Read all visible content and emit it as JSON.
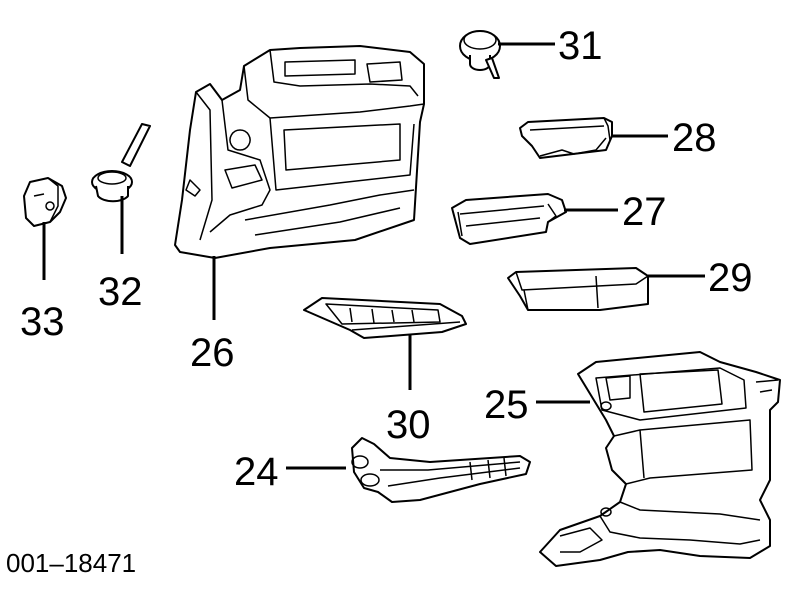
{
  "diagram": {
    "document_number": "001–18471",
    "callouts": [
      {
        "id": "24",
        "label": "24"
      },
      {
        "id": "25",
        "label": "25"
      },
      {
        "id": "26",
        "label": "26"
      },
      {
        "id": "27",
        "label": "27"
      },
      {
        "id": "28",
        "label": "28"
      },
      {
        "id": "29",
        "label": "29"
      },
      {
        "id": "30",
        "label": "30"
      },
      {
        "id": "31",
        "label": "31"
      },
      {
        "id": "32",
        "label": "32"
      },
      {
        "id": "33",
        "label": "33"
      }
    ]
  }
}
